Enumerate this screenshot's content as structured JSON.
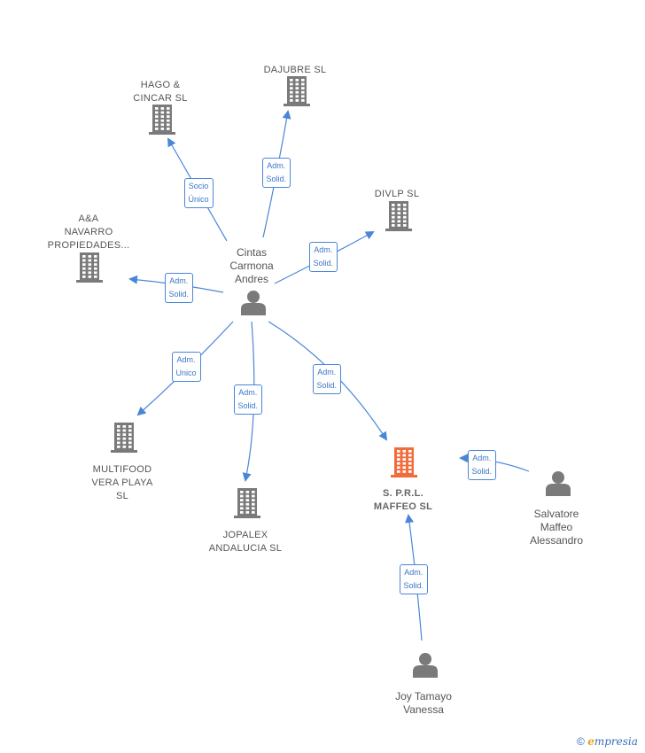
{
  "colors": {
    "edge": "#4a86d8",
    "node": "#7a7a7a",
    "highlight": "#f26b3a"
  },
  "nodes": {
    "cintas": {
      "label": [
        "Cintas",
        "Carmona",
        "Andres"
      ],
      "type": "person",
      "icon": "person-icon"
    },
    "hago": {
      "label": [
        "HAGO &",
        "CINCAR  SL"
      ],
      "type": "company",
      "icon": "building-icon"
    },
    "dajubre": {
      "label": [
        "DAJUBRE  SL"
      ],
      "type": "company",
      "icon": "building-icon"
    },
    "divlp": {
      "label": [
        "DIVLP  SL"
      ],
      "type": "company",
      "icon": "building-icon"
    },
    "anavarro": {
      "label": [
        "A&A",
        "NAVARRO",
        "PROPIEDADES..."
      ],
      "type": "company",
      "icon": "building-icon"
    },
    "multifood": {
      "label": [
        "MULTIFOOD",
        "VERA PLAYA",
        "SL"
      ],
      "type": "company",
      "icon": "building-icon"
    },
    "jopalex": {
      "label": [
        "JOPALEX",
        "ANDALUCIA  SL"
      ],
      "type": "company",
      "icon": "building-icon"
    },
    "maffeo_sl": {
      "label": [
        "S. P.R.L.",
        "MAFFEO  SL"
      ],
      "type": "company",
      "icon": "building-icon",
      "highlight": true
    },
    "salvatore": {
      "label": [
        "Salvatore",
        "Maffeo",
        "Alessandro"
      ],
      "type": "person",
      "icon": "person-icon"
    },
    "joy": {
      "label": [
        "Joy Tamayo",
        "Vanessa"
      ],
      "type": "person",
      "icon": "person-icon"
    }
  },
  "edges": [
    {
      "from": "cintas",
      "to": "hago",
      "role": [
        "Socio",
        "Único"
      ]
    },
    {
      "from": "cintas",
      "to": "dajubre",
      "role": [
        "Adm.",
        "Solid."
      ]
    },
    {
      "from": "cintas",
      "to": "divlp",
      "role": [
        "Adm.",
        "Solid."
      ]
    },
    {
      "from": "cintas",
      "to": "anavarro",
      "role": [
        "Adm.",
        "Solid."
      ]
    },
    {
      "from": "cintas",
      "to": "multifood",
      "role": [
        "Adm.",
        "Unico"
      ]
    },
    {
      "from": "cintas",
      "to": "jopalex",
      "role": [
        "Adm.",
        "Solid."
      ]
    },
    {
      "from": "cintas",
      "to": "maffeo_sl",
      "role": [
        "Adm.",
        "Solid."
      ]
    },
    {
      "from": "salvatore",
      "to": "maffeo_sl",
      "role": [
        "Adm.",
        "Solid."
      ]
    },
    {
      "from": "joy",
      "to": "maffeo_sl",
      "role": [
        "Adm.",
        "Solid."
      ]
    }
  ],
  "brand": {
    "copyright": "©",
    "e": "e",
    "rest": "mpresia"
  }
}
